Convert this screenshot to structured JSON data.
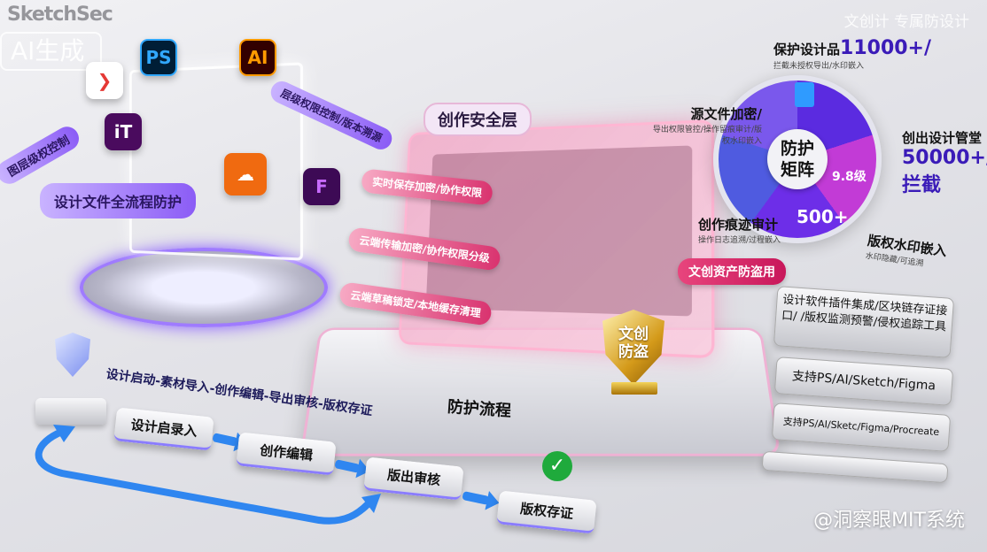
{
  "watermark": {
    "brand": "SketchSec",
    "ai_badge": "AI生成",
    "top_right": "文创计 专属防设计",
    "footer": "@洞察眼MIT系统"
  },
  "left_module": {
    "apps": [
      {
        "name": "PS",
        "color": "#31a8ff"
      },
      {
        "name": "AI",
        "color": "#ff9a00"
      },
      {
        "name": "iT",
        "color": "#e040fb"
      },
      {
        "name": "F",
        "color": "#c86bff"
      }
    ],
    "ribbons": {
      "left": "图层级权控制",
      "main": "设计文件全流程防护",
      "right": "层级权限控制/版本溯源"
    }
  },
  "security_layer": {
    "title": "创作安全层",
    "features": [
      "实时保存加密/协作权限",
      "云端传输加密/协作权限分级",
      "云端草稿锁定/本地缓存清理"
    ],
    "tag": "文创资产防盗用",
    "badge": "文创防盗",
    "base_label": "防护流程"
  },
  "matrix": {
    "center": "防护矩阵",
    "segments": {
      "score": "9.8级",
      "count": "500+"
    },
    "callouts": [
      {
        "title": "保护设计品",
        "value": "11000+/",
        "sub": "拦截未授权导出/水印嵌入"
      },
      {
        "title": "源文件加密/",
        "sub": "导出权限管控/操作留痕审计/版权水印嵌入"
      },
      {
        "title": "创出设计管堂",
        "value": "50000+/拦截"
      },
      {
        "title": "创作痕迹审计",
        "sub": "操作日志追溯/过程嵌入"
      },
      {
        "title": "版权水印嵌入",
        "sub": "水印隐藏/可追溯"
      }
    ],
    "colors": {
      "primary": "#5b2be0",
      "accent": "#c23bd6"
    }
  },
  "signs": [
    "设计软件插件集成/区块链存证接口/ /版权监测预警/侵权追踪工具",
    "支持PS/AI/Sketch/Figma",
    "支持PS/AI/Sketc/Figma/Procreate"
  ],
  "flow": {
    "header": "设计启动-素材导入-创作编辑-导出审核-版权存证",
    "steps": [
      "设计启录入",
      "创作编辑",
      "版出审核",
      "版权存证"
    ],
    "arrow_color": "#2f86f0"
  }
}
